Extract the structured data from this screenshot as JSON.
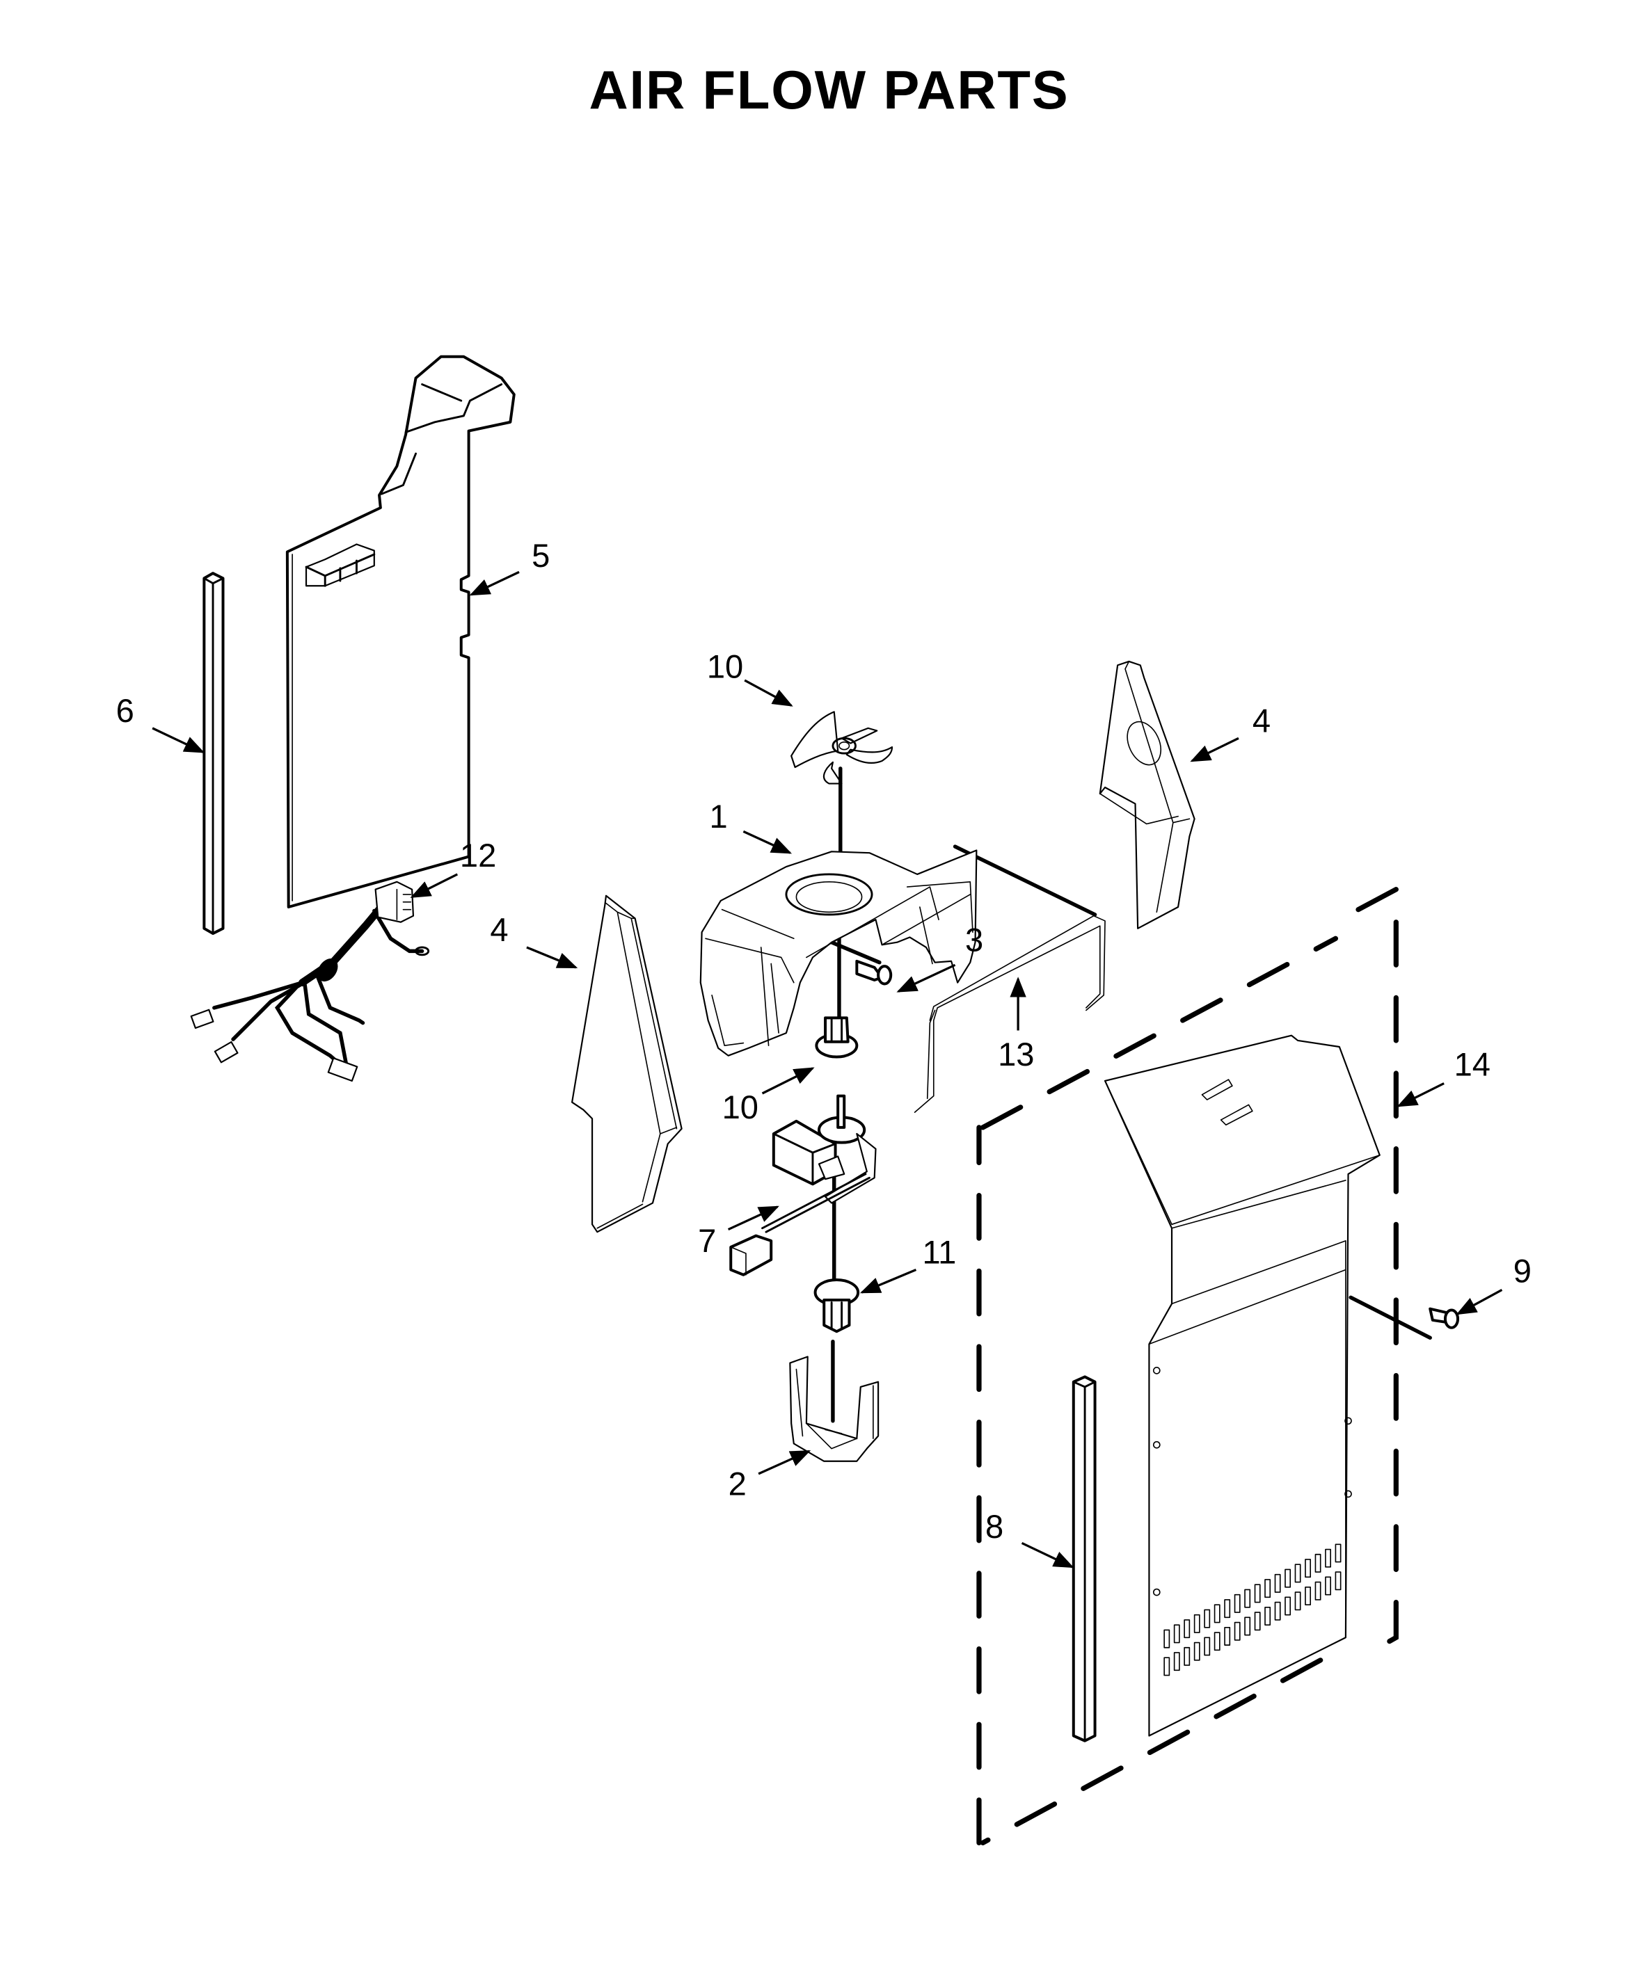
{
  "title": "AIR FLOW PARTS",
  "callouts": [
    {
      "id": "1",
      "label": "1",
      "part": "fan-shroud"
    },
    {
      "id": "2",
      "label": "2",
      "part": "motor-bracket"
    },
    {
      "id": "3",
      "label": "3",
      "part": "screw"
    },
    {
      "id": "4a",
      "label": "4",
      "part": "insulation-left"
    },
    {
      "id": "4b",
      "label": "4",
      "part": "insulation-right"
    },
    {
      "id": "5",
      "label": "5",
      "part": "air-duct-panel"
    },
    {
      "id": "6",
      "label": "6",
      "part": "foam-strip-left"
    },
    {
      "id": "7",
      "label": "7",
      "part": "fan-motor"
    },
    {
      "id": "8",
      "label": "8",
      "part": "fan-blade"
    },
    {
      "id": "9",
      "label": "9",
      "part": "foam-strip-right"
    },
    {
      "id": "10a",
      "label": "10",
      "part": "grommet-upper"
    },
    {
      "id": "10b",
      "label": "10",
      "part": "grommet-lower"
    },
    {
      "id": "11",
      "label": "11",
      "part": "screw"
    },
    {
      "id": "12",
      "label": "12",
      "part": "wire-harness"
    },
    {
      "id": "13",
      "label": "13",
      "part": "wire-bracket"
    },
    {
      "id": "14",
      "label": "14",
      "part": "evaporator-cover-assembly"
    }
  ]
}
